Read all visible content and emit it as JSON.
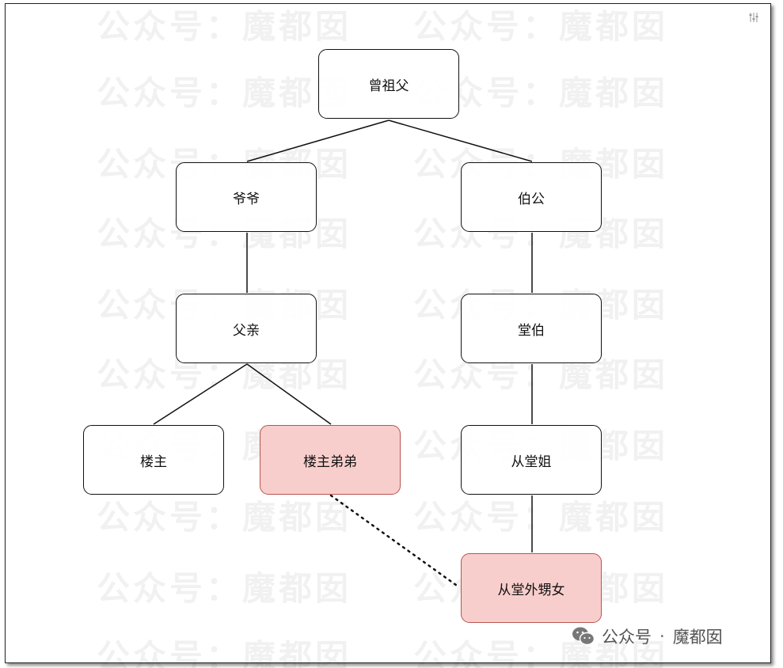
{
  "watermark_text": "公众号：魔都囡",
  "footer": {
    "brand_label": "公众号",
    "separator": "·",
    "account_name": "魔都囡",
    "icon": "wechat-icon"
  },
  "nodes": {
    "great_grandfather": "曾祖父",
    "grandfather": "爷爷",
    "granduncle": "伯公",
    "father": "父亲",
    "cousin_uncle": "堂伯",
    "poster": "楼主",
    "poster_brother": "楼主弟弟",
    "cousin_sister": "从堂姐",
    "cousin_niece": "从堂外甥女"
  },
  "colors": {
    "highlight_fill": "#f8cecc",
    "highlight_border": "#b85450",
    "line": "#111111"
  }
}
